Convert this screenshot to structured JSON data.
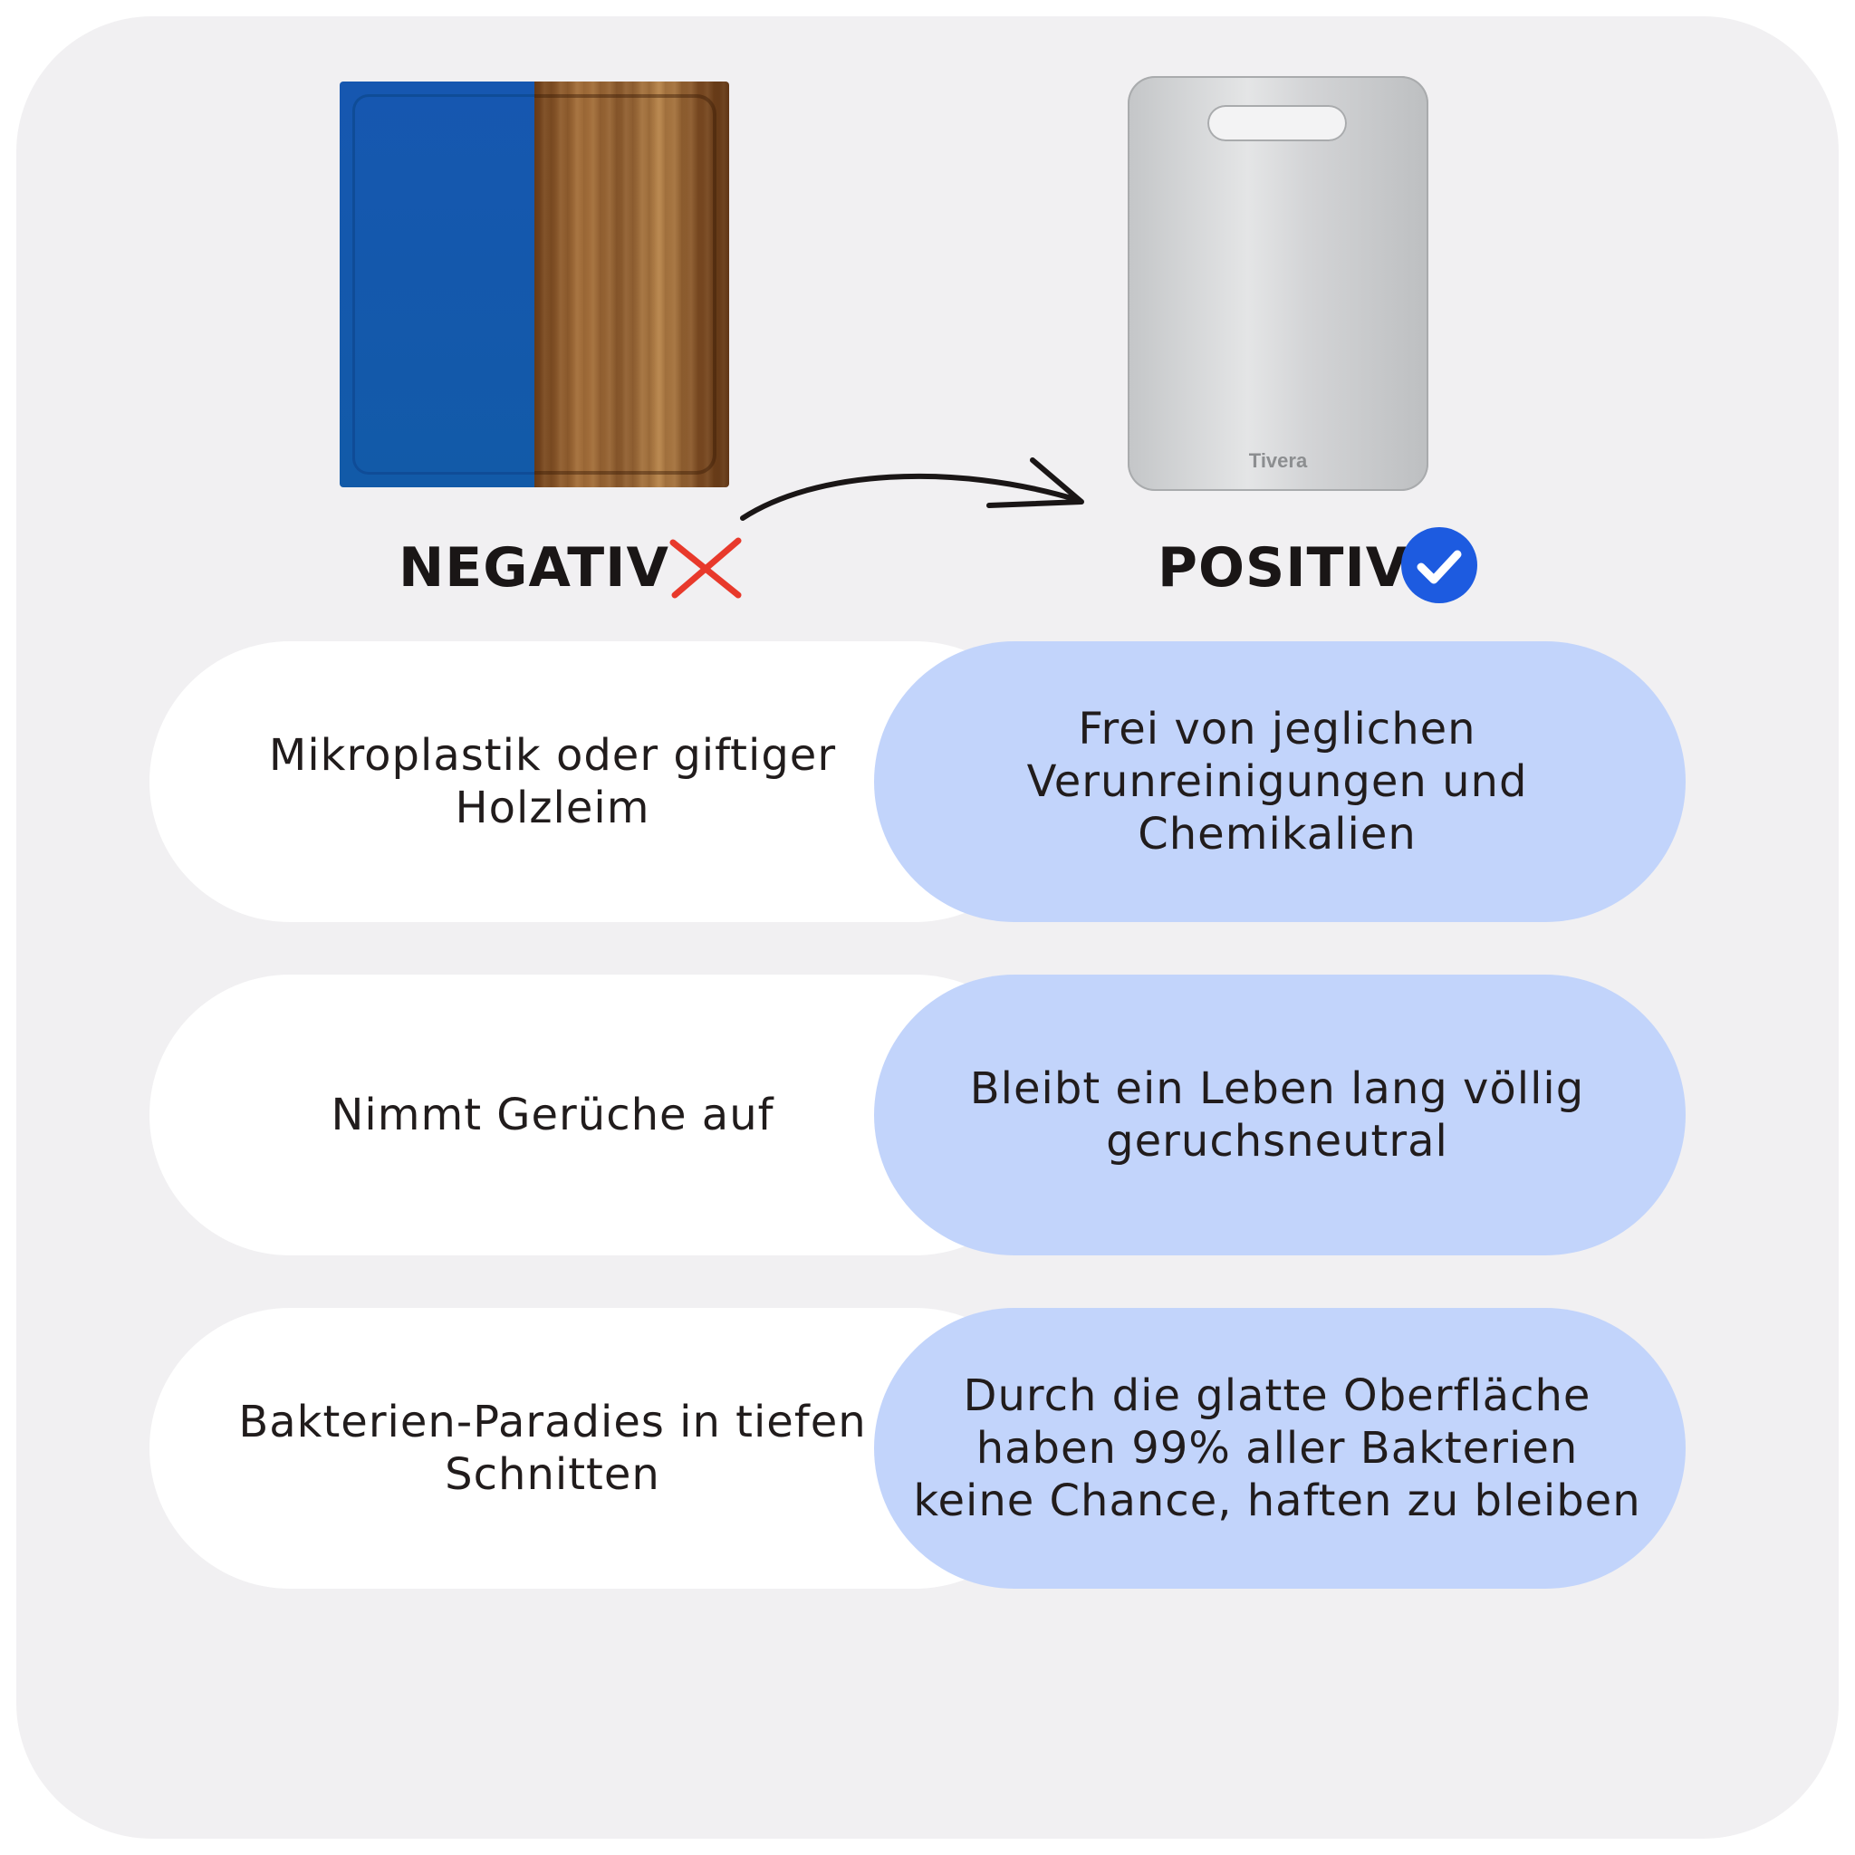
{
  "header": {
    "negative_label": "NEGATIV",
    "positive_label": "POSITIV",
    "brand": "Tivera"
  },
  "colors": {
    "negative_icon": "#e8392b",
    "positive_icon": "#1d5be0",
    "positive_row_bg": "#c2d4fb",
    "negative_row_bg": "#ffffff"
  },
  "rows": [
    {
      "negative": "Mikroplastik oder giftiger Holzleim",
      "positive": "Frei von jeglichen Verunreinigungen und Chemikalien"
    },
    {
      "negative": "Nimmt Gerüche auf",
      "positive": "Bleibt ein Leben lang völlig geruchsneutral"
    },
    {
      "negative": "Bakterien-Paradies in tiefen Schnitten",
      "positive": "Durch die glatte Oberfläche haben 99% aller Bakterien keine Chance, haften zu bleiben"
    }
  ]
}
